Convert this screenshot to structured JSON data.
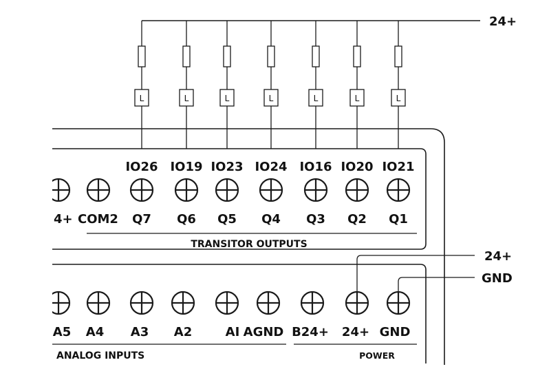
{
  "supply": {
    "label": "24+"
  },
  "outputs": {
    "section_label": "TRANSITOR OUTPUTS",
    "load_label": "L",
    "left_partial_label": "4+",
    "com_label": "COM2",
    "terminals": [
      {
        "io": "IO26",
        "q": "Q7"
      },
      {
        "io": "IO19",
        "q": "Q6"
      },
      {
        "io": "IO23",
        "q": "Q5"
      },
      {
        "io": "IO24",
        "q": "Q4"
      },
      {
        "io": "IO16",
        "q": "Q3"
      },
      {
        "io": "IO20",
        "q": "Q2"
      },
      {
        "io": "IO21",
        "q": "Q1"
      }
    ]
  },
  "inputs": {
    "analog_section_label": "ANALOG INPUTS",
    "power_section_label": "POWER",
    "terminals": [
      {
        "label": "A5"
      },
      {
        "label": "A4"
      },
      {
        "label": "A3"
      },
      {
        "label": "A2"
      },
      {
        "label": "AI"
      },
      {
        "label": "AGND"
      },
      {
        "label": "B24+"
      },
      {
        "label": "24+"
      },
      {
        "label": "GND"
      }
    ]
  },
  "power_feed": {
    "plus_label": "24+",
    "gnd_label": "GND"
  }
}
